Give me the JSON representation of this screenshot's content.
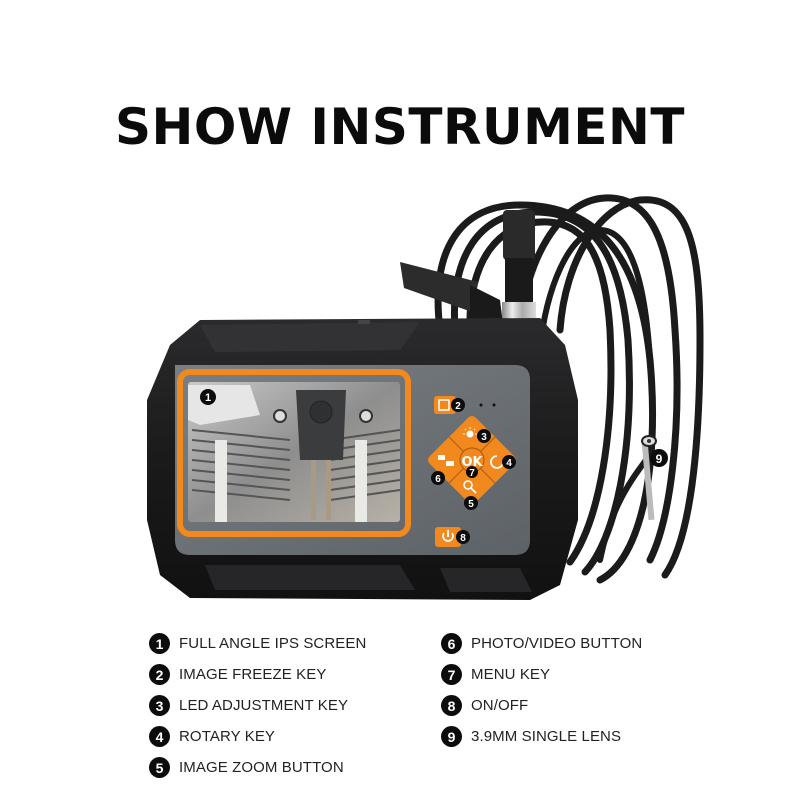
{
  "title": "SHOW INSTRUMENT",
  "colors": {
    "accent_orange": "#f2891e",
    "body_black": "#1c1c1e",
    "panel_gray": "#6f7479",
    "badge_black": "#0c0c0c"
  },
  "device": {
    "screen_badge": "1",
    "buttons": [
      {
        "id": "freeze",
        "badge": "2",
        "icon": "freeze-frame-icon"
      },
      {
        "id": "led",
        "badge": "3",
        "icon": "sun-brightness-icon"
      },
      {
        "id": "rotate",
        "badge": "4",
        "icon": "rotate-icon"
      },
      {
        "id": "zoom",
        "badge": "5",
        "icon": "zoom-in-icon"
      },
      {
        "id": "photo_video",
        "badge": "6",
        "icon": "camera-video-icon"
      },
      {
        "id": "menu",
        "badge": "7",
        "label": "OK",
        "icon": "ok-icon"
      },
      {
        "id": "power",
        "badge": "8",
        "icon": "power-icon"
      }
    ],
    "lens_badge": "9"
  },
  "legend": {
    "left": [
      {
        "num": "1",
        "label": "FULL ANGLE IPS SCREEN"
      },
      {
        "num": "2",
        "label": "IMAGE FREEZE KEY"
      },
      {
        "num": "3",
        "label": "LED ADJUSTMENT KEY"
      },
      {
        "num": "4",
        "label": "ROTARY KEY"
      },
      {
        "num": "5",
        "label": "IMAGE ZOOM BUTTON"
      }
    ],
    "right": [
      {
        "num": "6",
        "label": "PHOTO/VIDEO BUTTON"
      },
      {
        "num": "7",
        "label": "MENU KEY"
      },
      {
        "num": "8",
        "label": "ON/OFF"
      },
      {
        "num": "9",
        "label": "3.9MM SINGLE LENS"
      }
    ]
  }
}
